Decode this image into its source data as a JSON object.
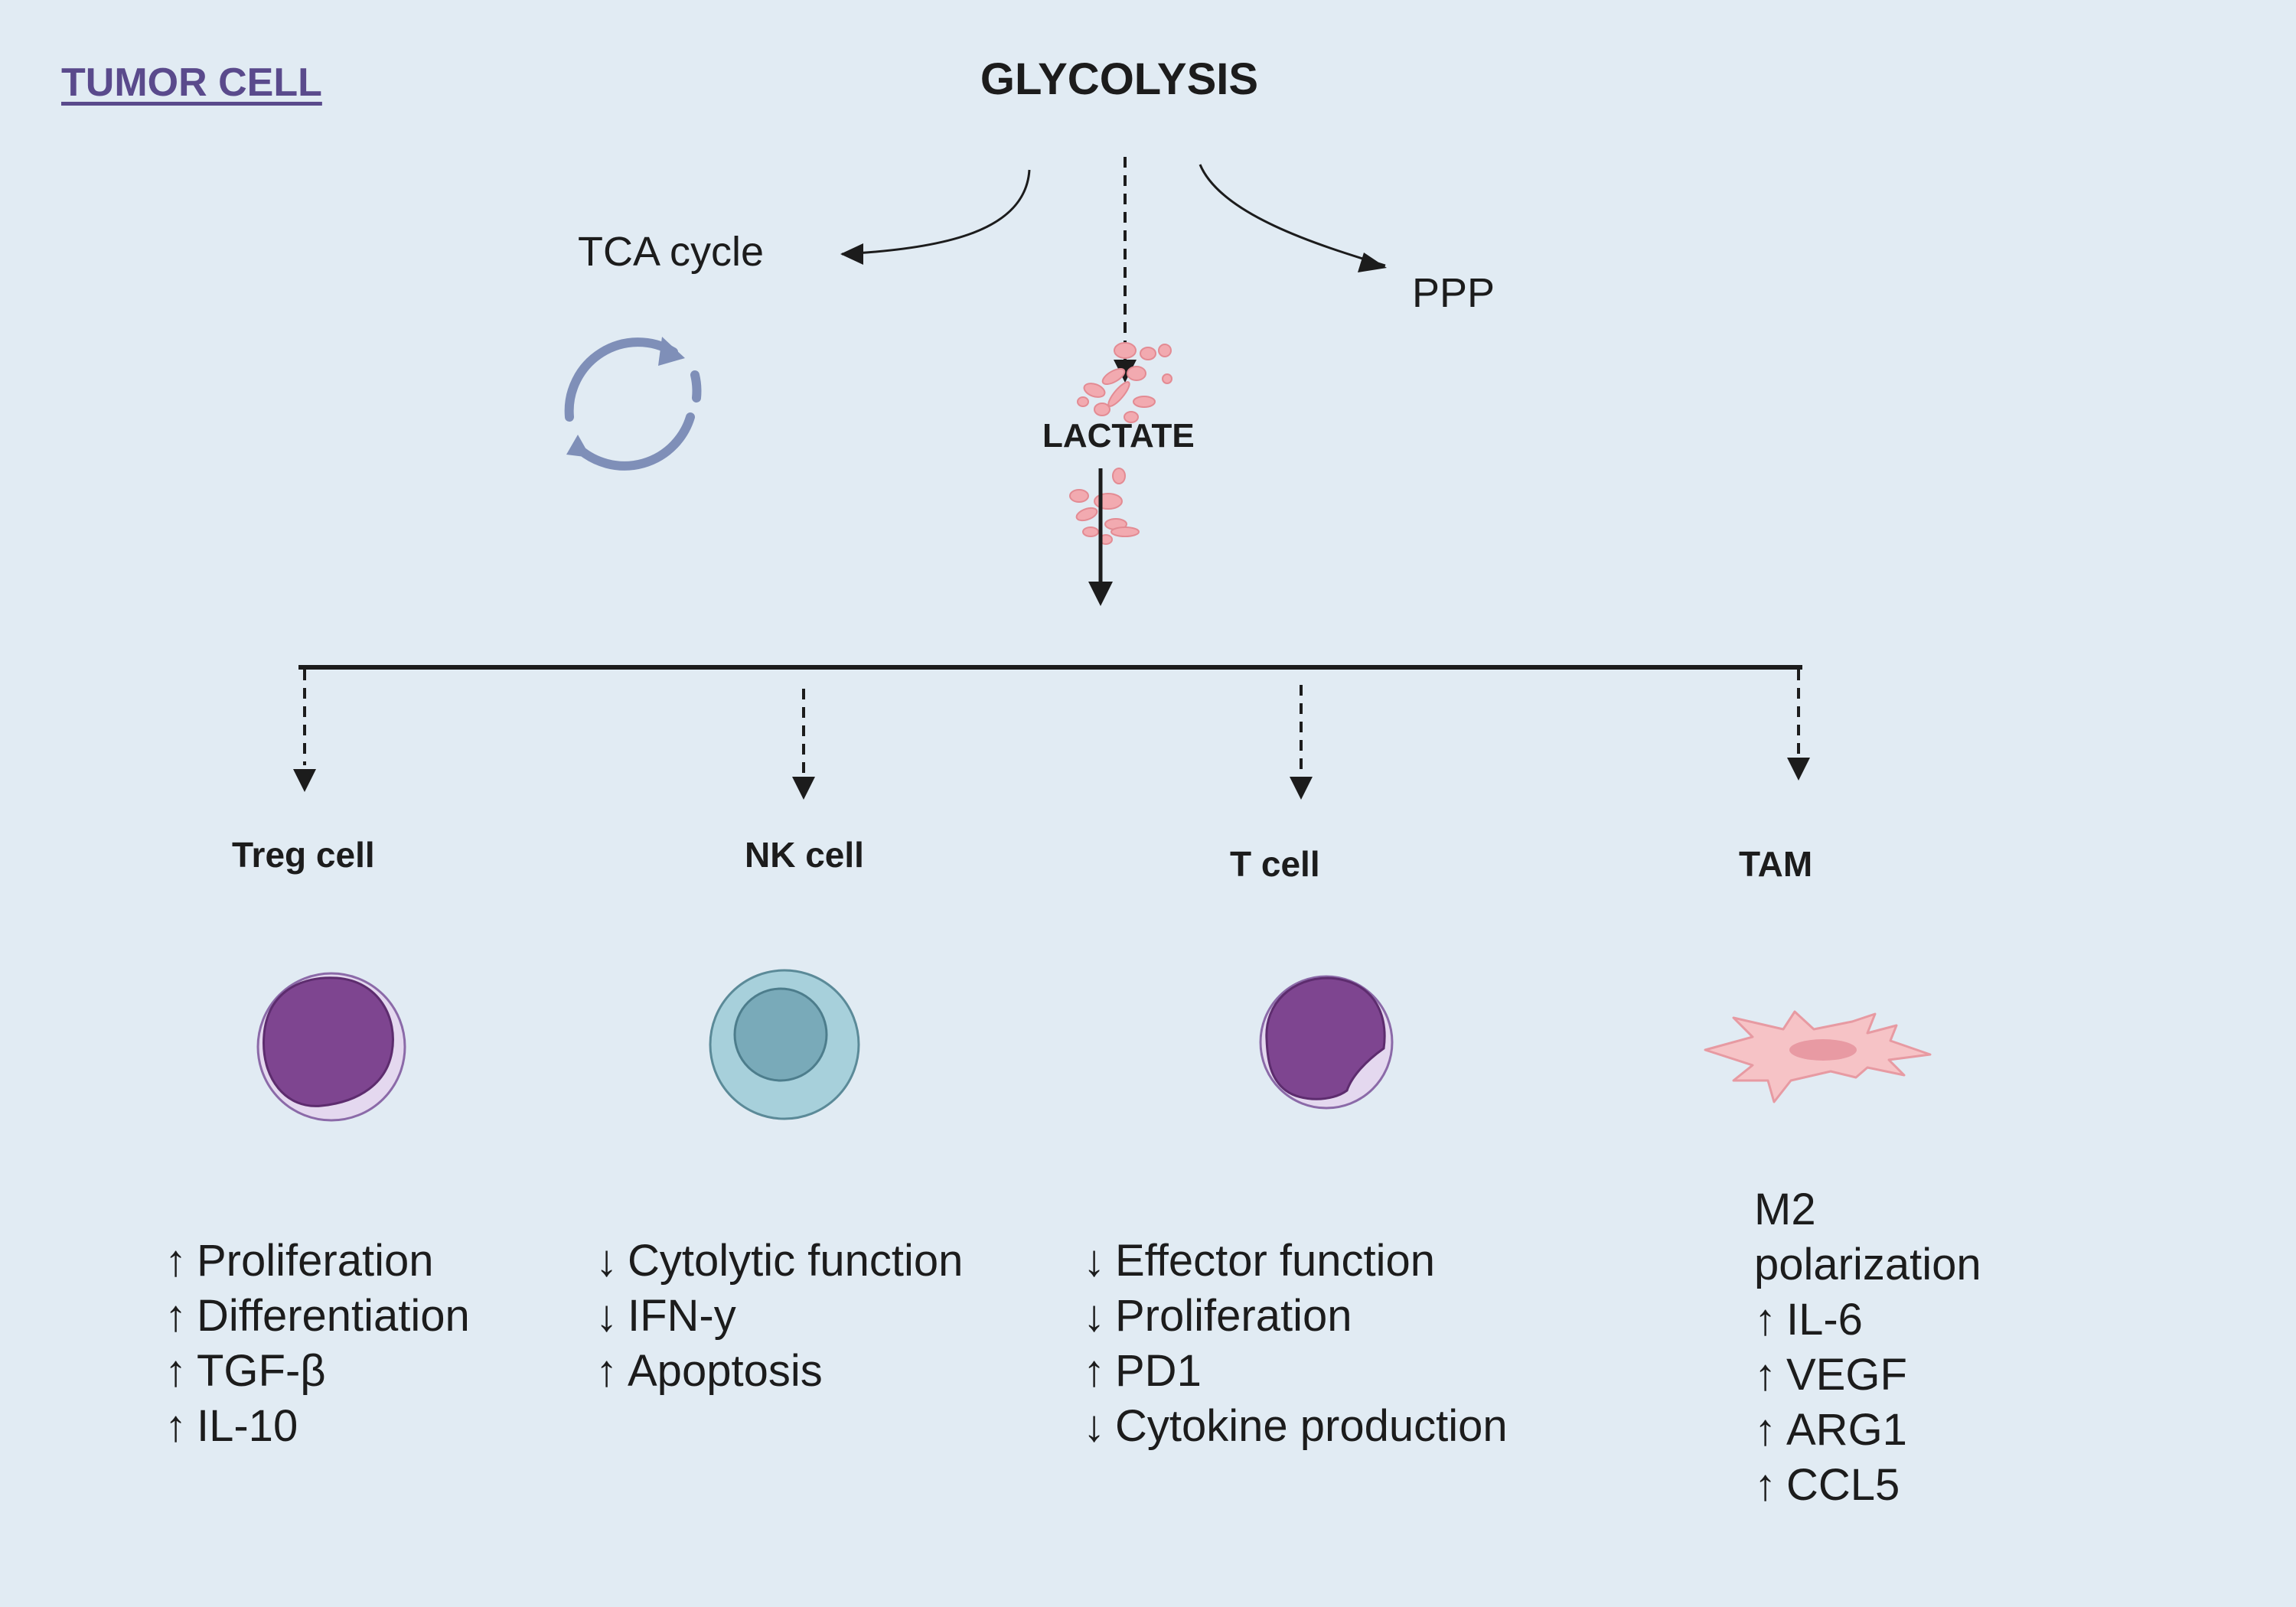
{
  "header": {
    "context_label": "TUMOR CELL",
    "pathway_title": "GLYCOLYSIS"
  },
  "branches": {
    "tca_label": "TCA cycle",
    "ppp_label": "PPP",
    "lactate_label": "LACTATE"
  },
  "cells": [
    {
      "name": "Treg cell",
      "effects": [
        {
          "arrow": "↑",
          "text": "Proliferation"
        },
        {
          "arrow": "↑",
          "text": "Differentiation"
        },
        {
          "arrow": "↑",
          "text": "TGF-β"
        },
        {
          "arrow": "↑",
          "text": "IL-10"
        }
      ]
    },
    {
      "name": "NK cell",
      "effects": [
        {
          "arrow": "↓",
          "text": "Cytolytic function"
        },
        {
          "arrow": "↓",
          "text": "IFN-y"
        },
        {
          "arrow": "↑",
          "text": "Apoptosis"
        }
      ]
    },
    {
      "name": "T cell",
      "effects": [
        {
          "arrow": "↓",
          "text": "Effector function"
        },
        {
          "arrow": "↓",
          "text": "Proliferation"
        },
        {
          "arrow": "↑",
          "text": "PD1"
        },
        {
          "arrow": "↓",
          "text": "Cytokine production"
        }
      ]
    },
    {
      "name": "TAM",
      "effects_intro": [
        "M2",
        "polarization"
      ],
      "effects": [
        {
          "arrow": "↑",
          "text": "IL-6"
        },
        {
          "arrow": "↑",
          "text": "VEGF"
        },
        {
          "arrow": "↑",
          "text": "ARG1"
        },
        {
          "arrow": "↑",
          "text": "CCL5"
        }
      ]
    }
  ],
  "colors": {
    "background": "#e1ebf3",
    "tumor_label": "#5a4a8c",
    "tca_cycle": "#7f8fb8",
    "lactate_particles": "#f2aab0",
    "treg_nucleus": "#7e4590",
    "nk_nucleus": "#79aab9",
    "tam_body": "#f6c3c6"
  }
}
